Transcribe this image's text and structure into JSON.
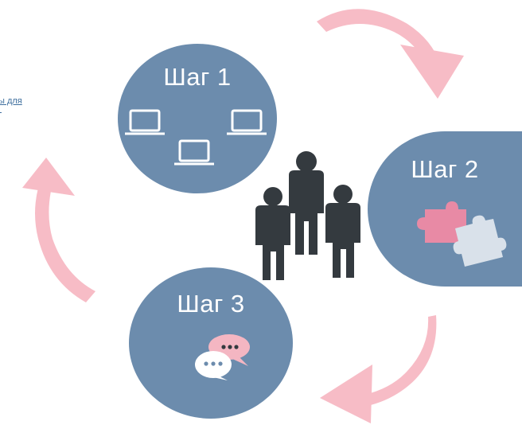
{
  "steps": [
    {
      "title": "Шаг 1",
      "icon": "laptops-icon"
    },
    {
      "title": "Шаг 2",
      "icon": "puzzle-icon"
    },
    {
      "title": "Шаг 3",
      "icon": "chat-bubbles-icon"
    }
  ],
  "cut_link_text": "ы для",
  "colors": {
    "circle": "#6c8cad",
    "arrow": "#f7bcc6",
    "people": "#343a3f",
    "puzzle_pink": "#e88aa5",
    "puzzle_light": "#d9e1ea",
    "bubble_pink": "#f4b6c2",
    "bubble_white": "#ffffff"
  }
}
